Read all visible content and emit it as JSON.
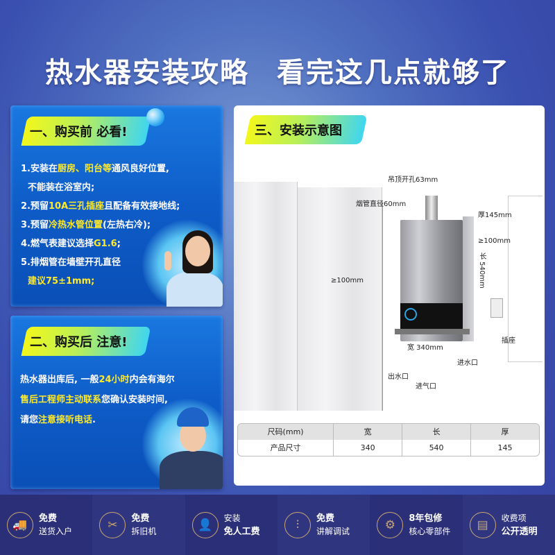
{
  "header": {
    "title_left": "热水器安装攻略",
    "title_right": "看完这几点就够了"
  },
  "section1": {
    "tag": "一、购买前 必看!",
    "items": [
      {
        "parts": [
          {
            "t": "1.安装在",
            "y": false
          },
          {
            "t": "厨房、阳台等",
            "y": true
          },
          {
            "t": "通风良好位置,",
            "y": false
          }
        ]
      },
      {
        "parts": [
          {
            "t": "不能装在浴室内;",
            "y": false
          }
        ],
        "indent": true
      },
      {
        "parts": [
          {
            "t": "2.预留",
            "y": false
          },
          {
            "t": "10A三孔插座",
            "y": true
          },
          {
            "t": "且配备有效接地线;",
            "y": false
          }
        ]
      },
      {
        "parts": [
          {
            "t": "3.预留",
            "y": false
          },
          {
            "t": "冷热水管位置",
            "y": true
          },
          {
            "t": "(左热右冷);",
            "y": false
          }
        ]
      },
      {
        "parts": [
          {
            "t": "4.燃气表建议选择",
            "y": false
          },
          {
            "t": "G1.6",
            "y": true
          },
          {
            "t": ";",
            "y": false
          }
        ]
      },
      {
        "parts": [
          {
            "t": "5.排烟管在墙壁开孔直径",
            "y": false
          }
        ]
      },
      {
        "parts": [
          {
            "t": "建议75±1mm;",
            "y": true
          }
        ],
        "indent": true
      }
    ]
  },
  "section2": {
    "tag": "二、购买后 注意!",
    "lines": [
      [
        {
          "t": "热水器出库后, 一般",
          "y": false
        },
        {
          "t": "24小时",
          "y": true
        },
        {
          "t": "内会有海尔",
          "y": false
        }
      ],
      [
        {
          "t": "售后工程师主动联系",
          "y": true
        },
        {
          "t": "您确认安装时间,",
          "y": false
        }
      ],
      [
        {
          "t": "请您",
          "y": false
        },
        {
          "t": "注意接听电话",
          "y": true
        },
        {
          "t": ".",
          "y": false
        }
      ]
    ]
  },
  "section3": {
    "tag": "三、安装示意图",
    "labels": {
      "ceiling_hole": "吊顶开孔63mm",
      "flue_diameter": "烟管直径60mm",
      "thickness": "厚145mm",
      "right_gap": "≥100mm",
      "length": "长 540mm",
      "left_gap": "≥100mm",
      "width": "宽 340mm",
      "socket": "插座",
      "water_inlet": "进水口",
      "water_outlet": "出水口",
      "gas_inlet": "进气口"
    },
    "table": {
      "headers": [
        "尺码(mm)",
        "宽",
        "长",
        "厚"
      ],
      "rows": [
        [
          "产品尺寸",
          "340",
          "540",
          "145"
        ]
      ]
    }
  },
  "services": [
    {
      "icon": "truck-icon",
      "glyph": "🚚",
      "line1": "免费",
      "line2": "送货入户",
      "bold": 1
    },
    {
      "icon": "tools-icon",
      "glyph": "✂",
      "line1": "免费",
      "line2": "拆旧机",
      "bold": 1
    },
    {
      "icon": "user-icon",
      "glyph": "👤",
      "line1": "安装",
      "line2": "免人工费",
      "bold": 2
    },
    {
      "icon": "sliders-icon",
      "glyph": "⫶",
      "line1": "免费",
      "line2": "讲解调试",
      "bold": 1
    },
    {
      "icon": "gear-icon",
      "glyph": "⚙",
      "line1": "8年包修",
      "line2": "核心零部件",
      "bold": 1
    },
    {
      "icon": "receipt-icon",
      "glyph": "▤",
      "line1": "收费项",
      "line2": "公开透明",
      "bold": 2
    }
  ],
  "colors": {
    "highlight": "#ffe92a",
    "panel_blue": "#0e5cc8",
    "gold": "#c8a673",
    "bottom_bg": "#2b2f78"
  }
}
